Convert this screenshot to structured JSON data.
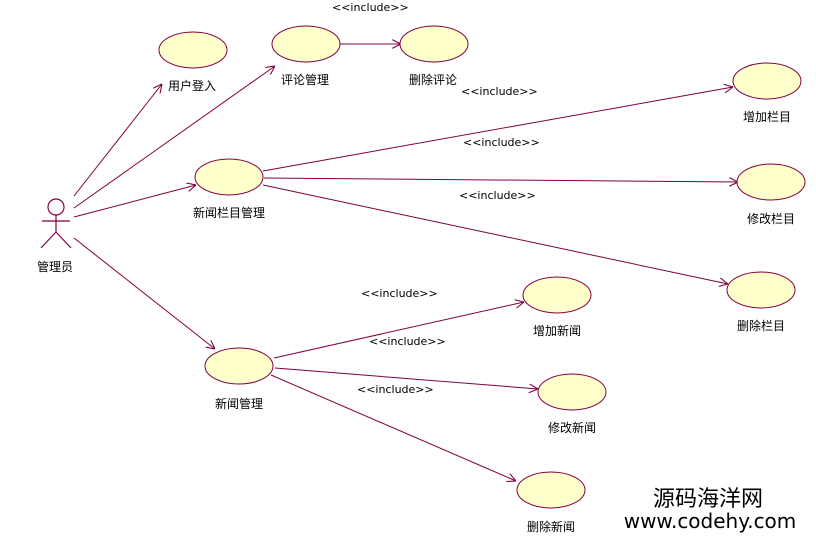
{
  "colors": {
    "line": "#800040",
    "usecase_fill": "#FFFFCC",
    "usecase_stroke": "#800040",
    "text": "#000000"
  },
  "actor": {
    "label": "管理员"
  },
  "include_label": "<<include>>",
  "usecases": {
    "login": "用户登入",
    "comment_mgmt": "评论管理",
    "delete_comment": "删除评论",
    "column_mgmt": "新闻栏目管理",
    "add_column": "增加栏目",
    "edit_column": "修改栏目",
    "delete_column": "删除栏目",
    "news_mgmt": "新闻管理",
    "add_news": "增加新闻",
    "edit_news": "修改新闻",
    "delete_news": "删除新闻"
  },
  "watermark": {
    "name": "源码海洋网",
    "url": "www.codehy.com"
  }
}
